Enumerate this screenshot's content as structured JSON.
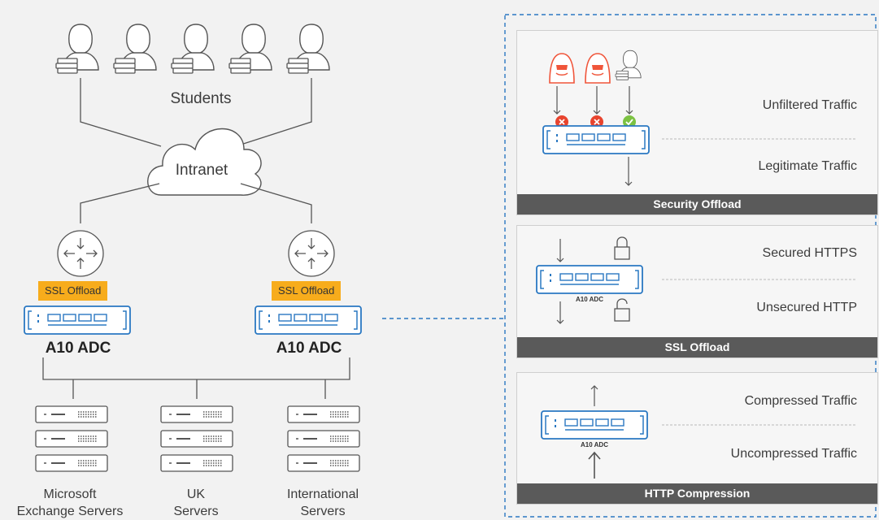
{
  "left": {
    "students_label": "Students",
    "intranet_label": "Intranet",
    "ssl_badges": [
      "SSL Offload",
      "SSL Offload"
    ],
    "adc_labels": [
      "A10 ADC",
      "A10 ADC"
    ],
    "server_groups": [
      {
        "line1": "Microsoft",
        "line2": "Exchange Servers"
      },
      {
        "line1": "UK",
        "line2": "Servers"
      },
      {
        "line1": "International",
        "line2": "Servers"
      }
    ]
  },
  "panels": [
    {
      "title": "Security Offload",
      "top_text": "Unfiltered Traffic",
      "bottom_text": "Legitimate Traffic"
    },
    {
      "title": "SSL Offload",
      "top_text": "Secured HTTPS",
      "bottom_text": "Unsecured HTTP",
      "device_label": "A10 ADC"
    },
    {
      "title": "HTTP Compression",
      "top_text": "Compressed Traffic",
      "bottom_text": "Uncompressed Traffic",
      "device_label": "A10 ADC"
    }
  ],
  "colors": {
    "accent_blue": "#2a78c2",
    "ssl_badge": "#f7ac1c",
    "attacker": "#f0553a",
    "blocked": "#e8442e",
    "allowed": "#7cc242",
    "panel_footer": "#5a5a5a"
  }
}
